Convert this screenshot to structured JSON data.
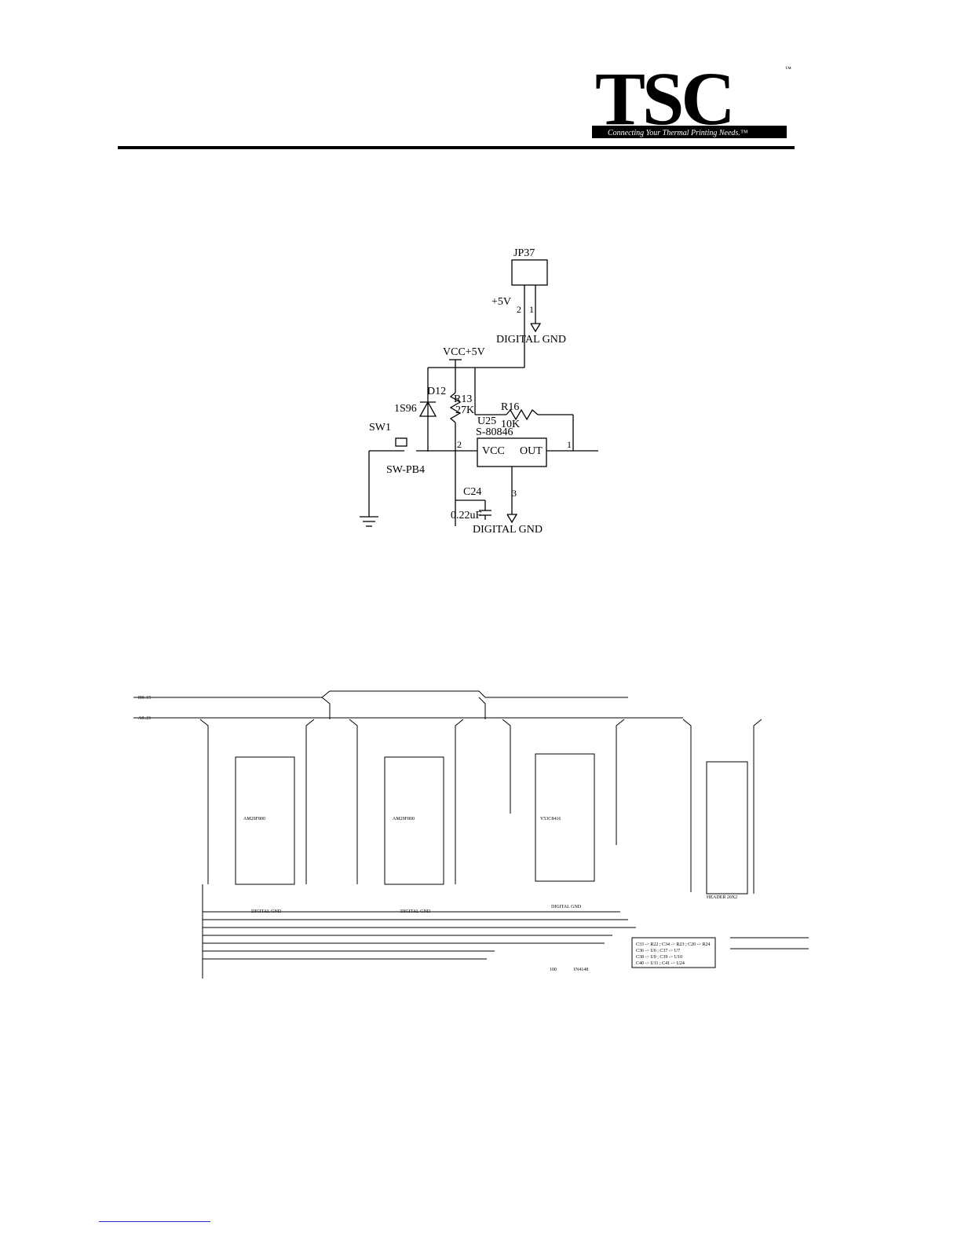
{
  "logo": {
    "brand": "TSC",
    "tagline": "Connecting Your Thermal Printing Needs.™",
    "trademark": "™"
  },
  "schematic_top": {
    "jp37": "JP37",
    "plus5v": "+5V",
    "pin2": "2",
    "pin1": "1",
    "digital_gnd_1": "DIGITAL GND",
    "vcc": "VCC+5V",
    "d12": "D12",
    "ls96": "1S96",
    "r13": "R13",
    "r13_val": "27K",
    "u25": "U25",
    "s80846": "S-80846",
    "r16": "R16",
    "r16_val": "10K",
    "sw1": "SW1",
    "sw_pb4": "SW-PB4",
    "node2": "2",
    "vcc_pin": "VCC",
    "out_pin": "OUT",
    "out_pin_num": "1",
    "c24": "C24",
    "c24_val": "0.22uF",
    "pin3": "3",
    "digital_gnd_2": "DIGITAL GND"
  },
  "schematic_bottom": {
    "bus_d": "D0..15",
    "bus_a": "A0..21",
    "chip1": "AM29F800",
    "chip2": "AM29F800",
    "chip3": "V53C8416",
    "header": "HEADER 20X2",
    "dgnd": "DIGITAL GND",
    "note_line1": "C33 -> R22 ; C34 -> R23 ; C20 -> R24",
    "note_line2": "C36 -> U6 ; C37 -> U7",
    "note_line3": "C38 -> U9 ; C39 -> U10",
    "note_line4": "C40 -> U11 ; C41 -> U24",
    "r_val": "100",
    "diode": "1N4148"
  }
}
